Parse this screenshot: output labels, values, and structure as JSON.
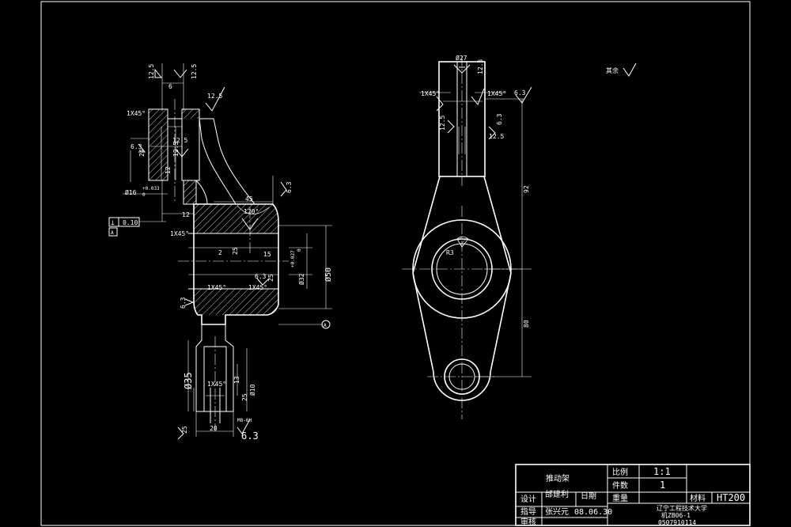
{
  "canvas": {
    "background": "#000000",
    "line_color": "#ffffff"
  },
  "front_view": {
    "roughness": [
      "12.5",
      "12.5",
      "12.5",
      "6.3",
      "12.5",
      "12.5",
      "6.3",
      "6.3",
      "6.3",
      "6.3",
      "6.3"
    ],
    "chamfers": [
      "1X45°",
      "1X45°",
      "1X45°",
      "1X45°",
      "1X45°"
    ],
    "dims": {
      "slot_width": "6",
      "d16": "Ø16",
      "d16_tol": "+0.033",
      "d16_tol_lo": "0",
      "dist_12": "12",
      "dist_45": "45",
      "angle_120": "120°",
      "d50": "Ø50",
      "d32": "Ø32",
      "d32_tol": "+0.027",
      "d32_tol_lo": "0",
      "d35": "Ø35",
      "d10": "Ø10",
      "dim_20": "20",
      "dim_25a": "25",
      "dim_25b": "25",
      "dim_25c": "25",
      "dim_25d": "25",
      "dim_2": "2",
      "dim_15": "15",
      "dim_24": "24",
      "dim_12b": "12",
      "dim_13": "13",
      "thread": "M8-6H"
    },
    "tolerance": {
      "symbol": "⊥",
      "value": "0.10",
      "datum": "A"
    },
    "datum_marker": "A"
  },
  "side_view": {
    "dims": {
      "d27": "Ø27",
      "dist_92": "92",
      "dist_80": "80",
      "r3": "R3"
    },
    "roughness": [
      "12.5",
      "12.5",
      "6.3",
      "12.5",
      "6.3"
    ],
    "chamfers": [
      "1X45°",
      "1X45°"
    ]
  },
  "general_note": {
    "label": "其余",
    "symbol": "√"
  },
  "title_block": {
    "part_name": "推动架",
    "scale_label": "比例",
    "scale_value": "1:1",
    "qty_label": "件数",
    "qty_value": "1",
    "weight_label": "重量",
    "material_label": "材料",
    "material_value": "HT200",
    "design_label": "设计",
    "designer": "邰建利",
    "date_label": "日期",
    "guide_label": "指导",
    "guide_name": "张兴元",
    "date_value": "08.06.30",
    "review_label": "审核",
    "school": "辽宁工程技术大学",
    "class_code": "机ZB06-1",
    "student_id": "0507910114"
  }
}
